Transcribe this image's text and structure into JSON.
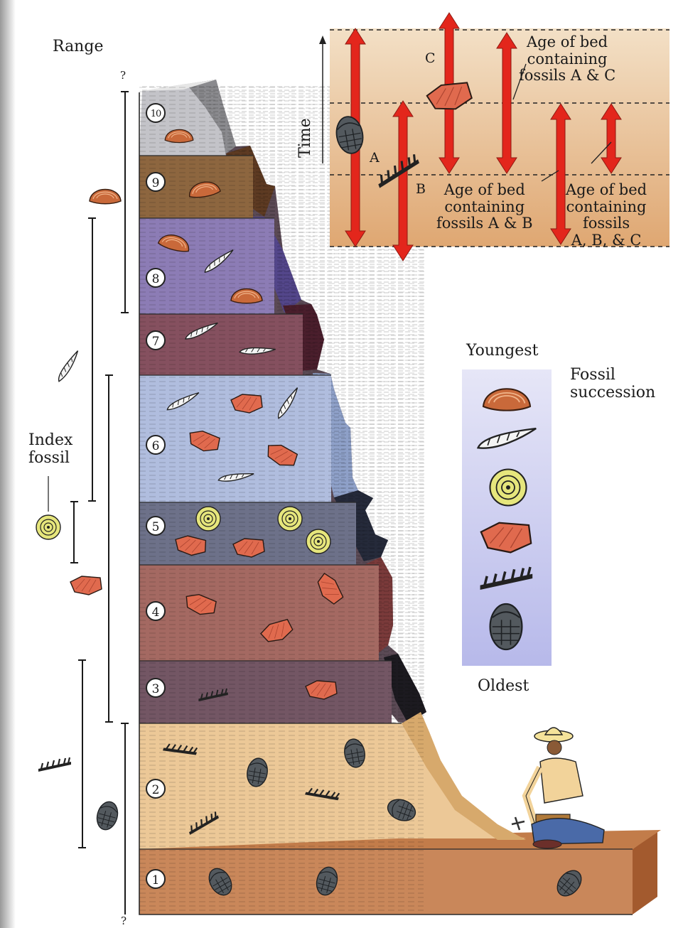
{
  "labels": {
    "range": "Range",
    "question_top": "?",
    "question_bottom": "?",
    "index_fossil": "Index\nfossil",
    "youngest": "Youngest",
    "oldest": "Oldest",
    "fossil_succession": "Fossil\nsuccession"
  },
  "beds": [
    {
      "number": "1",
      "color": "#c9875a"
    },
    {
      "number": "2",
      "color": "#ecc897"
    },
    {
      "number": "3",
      "color": "#735664"
    },
    {
      "number": "4",
      "color": "#a46962"
    },
    {
      "number": "5",
      "color": "#6d7189"
    },
    {
      "number": "6",
      "color": "#b0bdde"
    },
    {
      "number": "7",
      "color": "#85505f"
    },
    {
      "number": "8",
      "color": "#8c7cb5"
    },
    {
      "number": "9",
      "color": "#8d663f"
    },
    {
      "number": "10",
      "color": "#c3c3c8"
    }
  ],
  "inset": {
    "time_label": "Time",
    "fossil_a": "A",
    "fossil_b": "B",
    "fossil_c": "C",
    "age_ac": "Age of bed\ncontaining\nfossils A & C",
    "age_ab": "Age of bed\ncontaining\nfossils A & B",
    "age_abc": "Age of bed\ncontaining\nfossils\nA, B, & C"
  },
  "colors": {
    "arrow": "#e3261c",
    "inset_bg_top": "#f1dcc0",
    "inset_bg_bottom": "#e1ab79",
    "succession_panel": "#c7c9ef"
  },
  "fossil_icons": [
    "clam-icon",
    "spiral-shell-icon",
    "ammonite-icon",
    "brachiopod-icon",
    "graptolite-icon",
    "trilobite-icon"
  ]
}
